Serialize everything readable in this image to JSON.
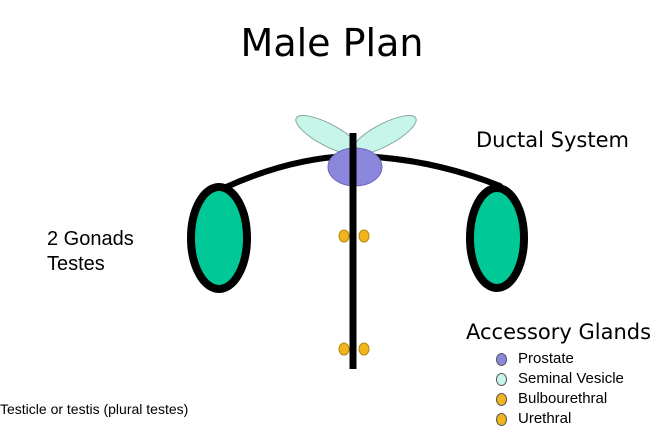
{
  "title": "Male Plan",
  "labels": {
    "ductal_system": "Ductal System",
    "gonads_line1": "2 Gonads",
    "gonads_line2": "Testes",
    "accessory_glands": "Accessory Glands"
  },
  "legend": [
    {
      "label": "Prostate",
      "color": "#8a87dd"
    },
    {
      "label": "Seminal Vesicle",
      "color": "#c8f5ea"
    },
    {
      "label": "Bulbourethral",
      "color": "#f1b41c"
    },
    {
      "label": "Urethral",
      "color": "#f1b41c"
    }
  ],
  "colors": {
    "testis_fill": "#00c896",
    "outline": "#000000",
    "prostate": "#8a87dd",
    "seminal_vesicle": "#c8f5ea",
    "gland": "#f1b41c"
  },
  "footnote": "Testicle or testis (plural testes)"
}
